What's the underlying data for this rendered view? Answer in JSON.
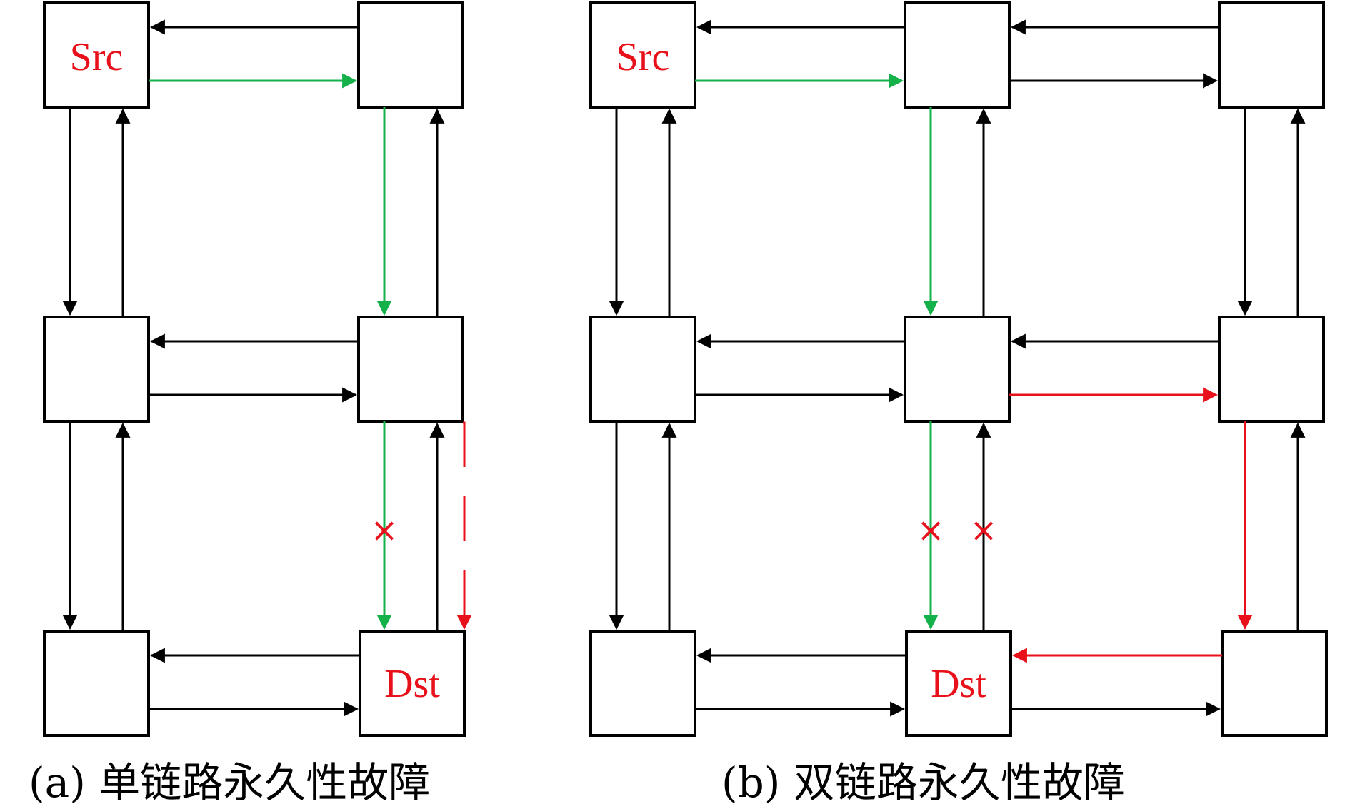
{
  "colors": {
    "black": "#000000",
    "green": "#14b14b",
    "red": "#e8101a"
  },
  "panel_a": {
    "caption": "(a) 单链路永久性故障",
    "src_label": "Src",
    "dst_label": "Dst",
    "fault_mark": "×"
  },
  "panel_b": {
    "caption": "(b) 双链路永久性故障",
    "src_label": "Src",
    "dst_label": "Dst",
    "fault_mark_1": "×",
    "fault_mark_2": "×"
  }
}
